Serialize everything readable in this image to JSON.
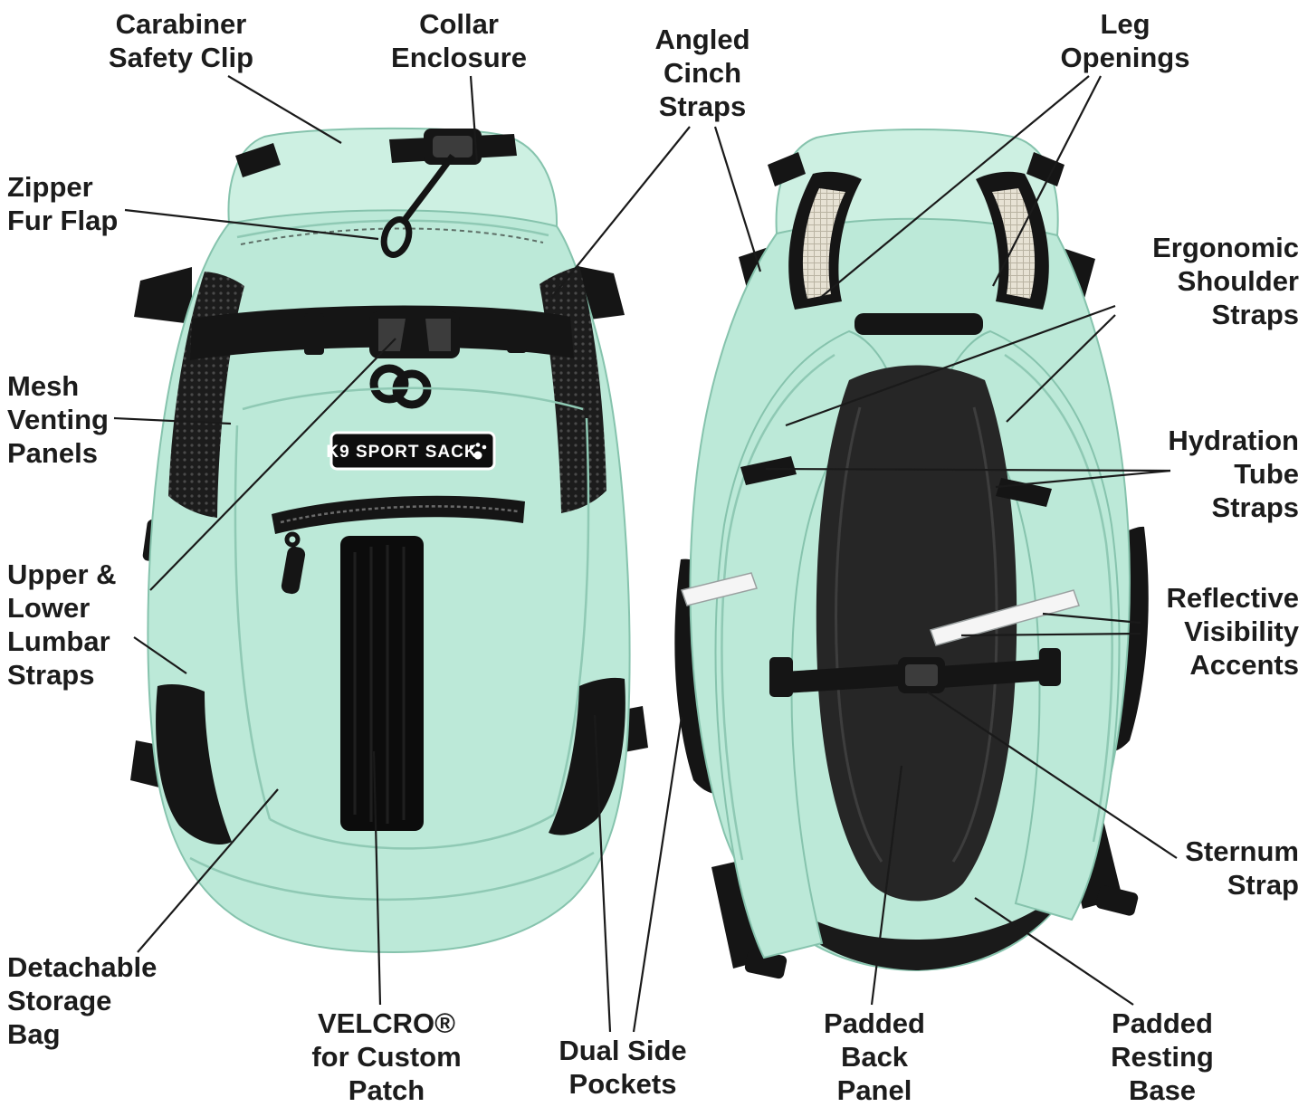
{
  "page": {
    "colors": {
      "background": "#ffffff",
      "bag_mint": "#bce9d8",
      "bag_mint_light": "#cdf0e2",
      "strap_black": "#151515",
      "back_panel_gray": "#262626",
      "label_text": "#1c1c1c",
      "leader_line": "#1a1a1a",
      "reflective_white": "#f5f5f5",
      "logo_text_white": "#ffffff"
    }
  },
  "brand": {
    "logo_text": "K9 SPORT SACK"
  },
  "labels": {
    "carabiner_safety_clip": {
      "text": "Carabiner Safety Clip",
      "lines": [
        "Carabiner",
        "Safety Clip"
      ]
    },
    "collar_enclosure": {
      "text": "Collar Enclosure",
      "lines": [
        "Collar",
        "Enclosure"
      ]
    },
    "angled_cinch_straps": {
      "text": "Angled Cinch Straps",
      "lines": [
        "Angled",
        "Cinch",
        "Straps"
      ]
    },
    "leg_openings": {
      "text": "Leg Openings",
      "lines": [
        "Leg",
        "Openings"
      ]
    },
    "zipper_fur_flap": {
      "text": "Zipper Fur Flap",
      "lines": [
        "Zipper",
        "Fur Flap"
      ]
    },
    "ergonomic_shoulder_straps": {
      "text": "Ergonomic Shoulder Straps",
      "lines": [
        "Ergonomic",
        "Shoulder",
        "Straps"
      ]
    },
    "mesh_venting_panels": {
      "text": "Mesh Venting Panels",
      "lines": [
        "Mesh",
        "Venting",
        "Panels"
      ]
    },
    "hydration_tube_straps": {
      "text": "Hydration Tube Straps",
      "lines": [
        "Hydration",
        "Tube",
        "Straps"
      ]
    },
    "upper_lower_lumbar_straps": {
      "text": "Upper & Lower Lumbar Straps",
      "lines": [
        "Upper &",
        "Lower",
        "Lumbar",
        "Straps"
      ]
    },
    "reflective_visibility_accents": {
      "text": "Reflective Visibility Accents",
      "lines": [
        "Reflective",
        "Visibility",
        "Accents"
      ]
    },
    "sternum_strap": {
      "text": "Sternum Strap",
      "lines": [
        "Sternum",
        "Strap"
      ]
    },
    "detachable_storage_bag": {
      "text": "Detachable Storage Bag",
      "lines": [
        "Detachable",
        "Storage",
        "Bag"
      ]
    },
    "velcro_custom_patch": {
      "text": "VELCRO® for Custom Patch",
      "lines": [
        "VELCRO®",
        "for Custom",
        "Patch"
      ]
    },
    "dual_side_pockets": {
      "text": "Dual Side Pockets",
      "lines": [
        "Dual Side",
        "Pockets"
      ]
    },
    "padded_back_panel": {
      "text": "Padded Back Panel",
      "lines": [
        "Padded",
        "Back",
        "Panel"
      ]
    },
    "padded_resting_base": {
      "text": "Padded Resting Base",
      "lines": [
        "Padded",
        "Resting",
        "Base"
      ]
    }
  }
}
